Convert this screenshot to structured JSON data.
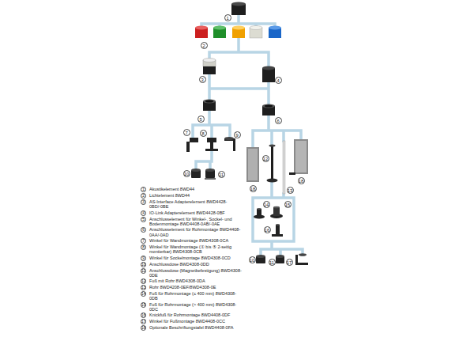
{
  "diagram": {
    "labels": [
      "1",
      "2",
      "3",
      "4",
      "5",
      "6",
      "7",
      "8",
      "9",
      "18",
      "12",
      "18",
      "13",
      "10",
      "11",
      "14",
      "15",
      "16",
      "10",
      "11",
      "17",
      "1",
      "Akustikelement 8WD44",
      "2",
      "Lichtelement 8WD44",
      "3",
      "AS-Interface Adapterelement 8WD4428-0BD/-0BE",
      "4",
      "IO-Link Adapterelement 8WD4428-0BF",
      "5",
      "Anschlusselement für Winkel-, Sockel- und Bodenmontage 8WD4408-0AB/-0AE",
      "6",
      "Anschlusselement für Rohrmontage 8WD4408-0AA/-0AD",
      "7",
      "Winkel für Wandmontage 8WD4308-0CA",
      "8",
      "Winkel für Wandmontage (① bis ⑤ 2-seitig montierbar) 8WD4308-0CB",
      "9",
      "Winkel für Sockelmontage 8WD4308-0CD",
      "10",
      "Anschlussdose 8WD4308-0DD",
      "11",
      "Anschlussdose (Magnetbefestigung) 8WD4308-0DE",
      "12",
      "Fuß mit Rohr 8WD4308-0DA",
      "13",
      "Rohr 8WD4208-0EF/8WD4308-0E",
      "14",
      "Fuß für Rohrmontage (≤ 400 mm) 8WD4308-0DB",
      "15",
      "Fuß für Rohrmontage (> 400 mm) 8WD4308-0DC",
      "16",
      "Knickfuß für Rohrmontage 8WD4408-0DF",
      "17",
      "Winkel für Fußmontage 8WD4408-0CC",
      "18",
      "Optionale Beschriftungstafel 8WD4408-0FA"
    ]
  }
}
